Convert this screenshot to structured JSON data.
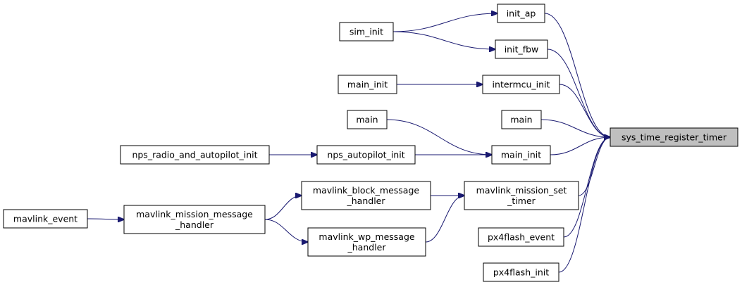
{
  "nodes": [
    {
      "id": "sys_time_register_timer",
      "lines": [
        "sys_time_register_timer"
      ],
      "highlighted": true
    },
    {
      "id": "init_ap",
      "lines": [
        "init_ap"
      ]
    },
    {
      "id": "init_fbw",
      "lines": [
        "init_fbw"
      ]
    },
    {
      "id": "sim_init",
      "lines": [
        "sim_init"
      ]
    },
    {
      "id": "intermcu_init",
      "lines": [
        "intermcu_init"
      ]
    },
    {
      "id": "main_init_left",
      "lines": [
        "main_init"
      ]
    },
    {
      "id": "main_right",
      "lines": [
        "main"
      ]
    },
    {
      "id": "main_left",
      "lines": [
        "main"
      ]
    },
    {
      "id": "main_init_right",
      "lines": [
        "main_init"
      ]
    },
    {
      "id": "nps_autopilot_init",
      "lines": [
        "nps_autopilot_init"
      ]
    },
    {
      "id": "nps_radio_and_autopilot_init",
      "lines": [
        "nps_radio_and_autopilot_init"
      ]
    },
    {
      "id": "mavlink_mission_set_timer",
      "lines": [
        "mavlink_mission_set",
        "_timer"
      ]
    },
    {
      "id": "mavlink_block_message_handler",
      "lines": [
        "mavlink_block_message",
        "_handler"
      ]
    },
    {
      "id": "mavlink_wp_message_handler",
      "lines": [
        "mavlink_wp_message",
        "_handler"
      ]
    },
    {
      "id": "mavlink_mission_message_handler",
      "lines": [
        "mavlink_mission_message",
        "_handler"
      ]
    },
    {
      "id": "mavlink_event",
      "lines": [
        "mavlink_event"
      ]
    },
    {
      "id": "px4flash_event",
      "lines": [
        "px4flash_event"
      ]
    },
    {
      "id": "px4flash_init",
      "lines": [
        "px4flash_init"
      ]
    }
  ],
  "edges": [
    {
      "from": "init_ap",
      "to": "sys_time_register_timer"
    },
    {
      "from": "init_fbw",
      "to": "sys_time_register_timer"
    },
    {
      "from": "intermcu_init",
      "to": "sys_time_register_timer"
    },
    {
      "from": "main_right",
      "to": "sys_time_register_timer"
    },
    {
      "from": "main_init_right",
      "to": "sys_time_register_timer"
    },
    {
      "from": "mavlink_mission_set_timer",
      "to": "sys_time_register_timer"
    },
    {
      "from": "px4flash_event",
      "to": "sys_time_register_timer"
    },
    {
      "from": "px4flash_init",
      "to": "sys_time_register_timer"
    },
    {
      "from": "sim_init",
      "to": "init_ap"
    },
    {
      "from": "sim_init",
      "to": "init_fbw"
    },
    {
      "from": "main_init_left",
      "to": "intermcu_init"
    },
    {
      "from": "main_left",
      "to": "main_init_right"
    },
    {
      "from": "nps_autopilot_init",
      "to": "main_init_right"
    },
    {
      "from": "nps_radio_and_autopilot_init",
      "to": "nps_autopilot_init"
    },
    {
      "from": "mavlink_block_message_handler",
      "to": "mavlink_mission_set_timer"
    },
    {
      "from": "mavlink_wp_message_handler",
      "to": "mavlink_mission_set_timer"
    },
    {
      "from": "mavlink_mission_message_handler",
      "to": "mavlink_block_message_handler"
    },
    {
      "from": "mavlink_mission_message_handler",
      "to": "mavlink_wp_message_handler"
    },
    {
      "from": "mavlink_event",
      "to": "mavlink_mission_message_handler"
    }
  ],
  "colors": {
    "edge": "#191970",
    "highlight_fill": "#bfbfbf",
    "node_border": "#000000"
  }
}
